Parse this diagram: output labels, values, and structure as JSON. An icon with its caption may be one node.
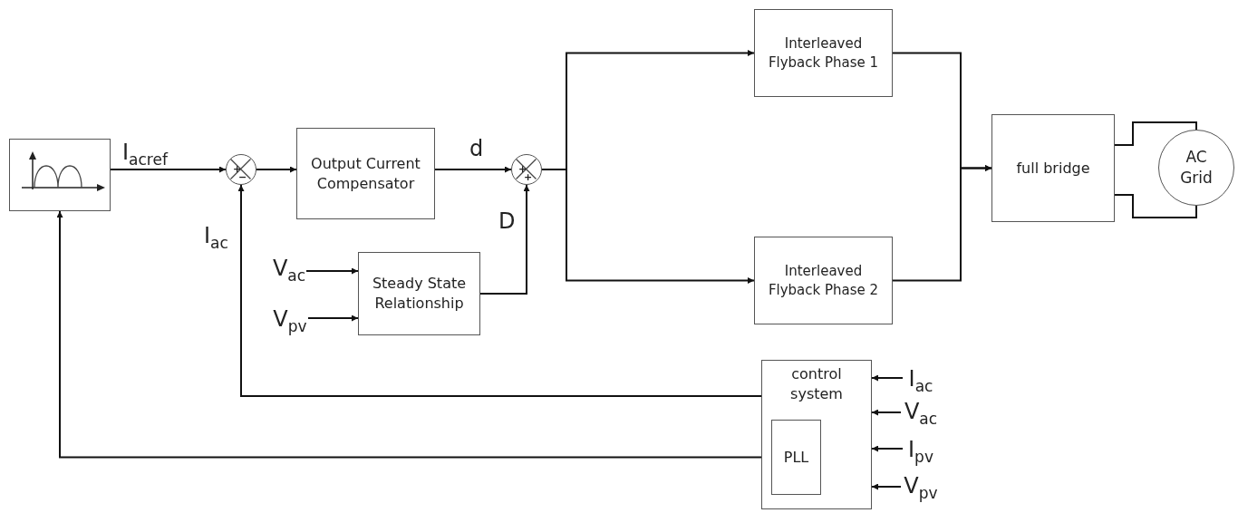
{
  "diagram": {
    "nodes": [
      {
        "text": [],
        "shape": "picture"
      },
      {
        "text": [],
        "shape": "circle"
      },
      {
        "text": [
          "Output Current Compensator"
        ]
      },
      {
        "text": [],
        "shape": "circle"
      },
      {
        "text": [
          "Steady State Relationship"
        ]
      },
      {
        "text": [
          "Interleaved Flyback Phase 1"
        ]
      },
      {
        "text": [
          "Interleaved Flyback Phase 2"
        ]
      },
      {
        "text": [
          "full bridge"
        ]
      },
      {
        "text": [
          "AC Grid"
        ]
      },
      {
        "text": [
          "control system"
        ]
      },
      {
        "text": [
          "PLL"
        ],
        "in": 9
      },
      {
        "text": [
          "V$_{ac}$"
        ]
      },
      {
        "text": [
          "V$_{pv}$"
        ]
      },
      {
        "text": [
          "I$_{ac}$"
        ]
      },
      {
        "text": [
          "V$_{ac}$"
        ]
      },
      {
        "text": [
          "I$_{pv}$"
        ]
      },
      {
        "text": [
          "V$_{pv}$"
        ]
      }
    ],
    "edges": [
      {
        "from": 0,
        "to": 1,
        "arrow": "to",
        "label": "I$_{acref}$"
      },
      {
        "from": 1,
        "to": 2,
        "arrow": "to"
      },
      {
        "from": 2,
        "to": 3,
        "arrow": "to",
        "label": "d"
      },
      {
        "from": 4,
        "to": 3,
        "arrow": "to",
        "label": "D"
      },
      {
        "from": 3,
        "to": 5,
        "arrow": "to"
      },
      {
        "from": 3,
        "to": 6,
        "arrow": "to"
      },
      {
        "from": 5,
        "to": 7,
        "arrow": "to"
      },
      {
        "from": 6,
        "to": 7,
        "arrow": "to"
      },
      {
        "from": 7,
        "to": 8,
        "arrow": "none"
      },
      {
        "from": 7,
        "to": 8,
        "arrow": "none"
      },
      {
        "from": 9,
        "to": 1,
        "arrow": "to",
        "label": "I$_{ac}$"
      },
      {
        "from": 10,
        "to": 0,
        "arrow": "to"
      },
      {
        "from": 11,
        "to": 4,
        "arrow": "to"
      },
      {
        "from": 12,
        "to": 4,
        "arrow": "to"
      },
      {
        "from": 13,
        "to": 9,
        "arrow": "to"
      },
      {
        "from": 14,
        "to": 9,
        "arrow": "to"
      },
      {
        "from": 15,
        "to": 9,
        "arrow": "to"
      },
      {
        "from": 16,
        "to": 9,
        "arrow": "to"
      }
    ],
    "labels": [
      "+",
      "−",
      "+",
      "+"
    ]
  }
}
